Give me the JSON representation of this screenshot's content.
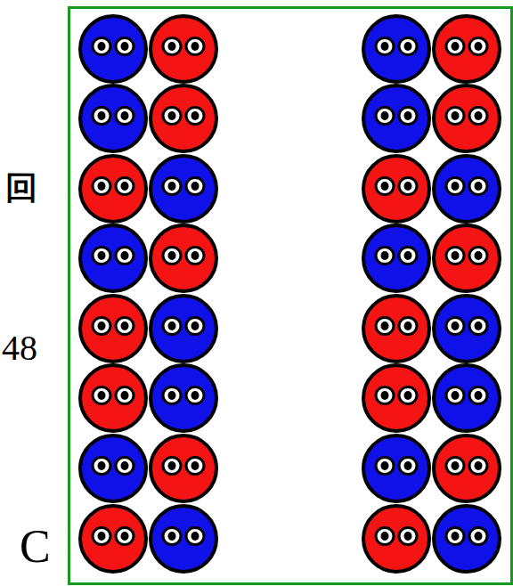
{
  "diagram": {
    "labels": [
      "回",
      "48",
      "C"
    ]
  }
}
